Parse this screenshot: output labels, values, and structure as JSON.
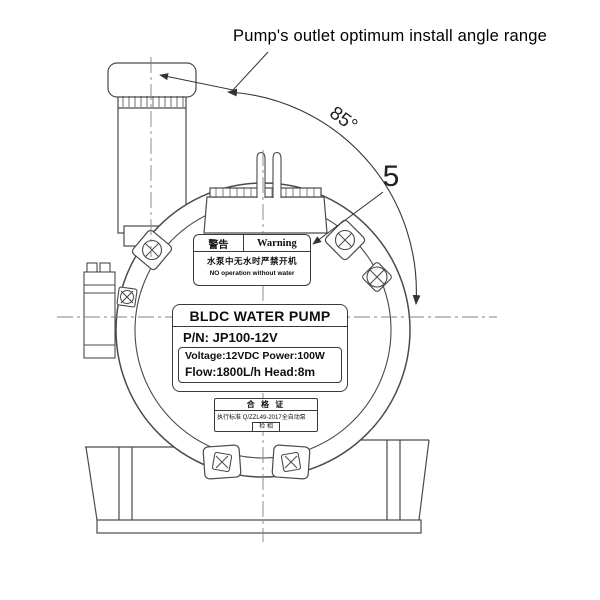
{
  "annotations": {
    "title": "Pump's outlet optimum install angle range",
    "angle": "85°",
    "item_number": "5"
  },
  "warning_label": {
    "title_cn": "警告",
    "title_en": "Warning",
    "line_cn": "水泵中无水时严禁开机",
    "line_en": "NO operation without water"
  },
  "spec_label": {
    "title": "BLDC WATER PUMP",
    "part_number": "P/N:  JP100-12V",
    "electrical": "Voltage:12VDC  Power:100W",
    "performance": "Flow:1800L/h  Head:8m"
  },
  "cert_label": {
    "title": "合 格 证",
    "standard_line": "执行标准 Q/ZZL49-2017全自动泵",
    "inspector_line": "检 相"
  },
  "colors": {
    "line": "#4a4a4a",
    "centerline": "#808080",
    "annotation": "#333333"
  }
}
